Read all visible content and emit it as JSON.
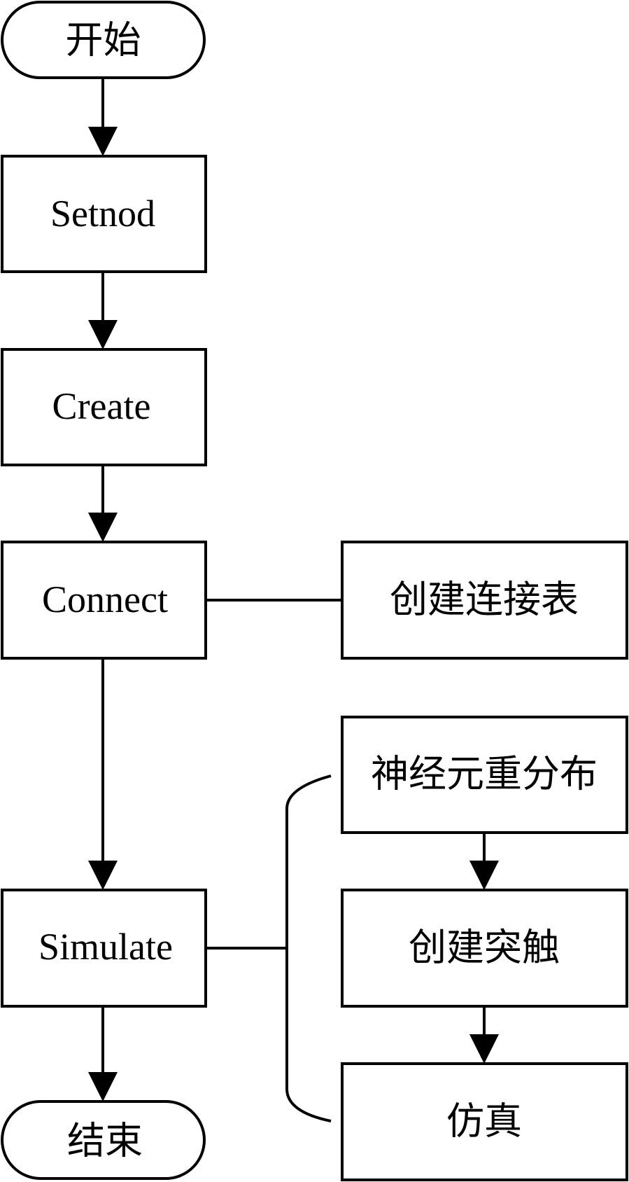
{
  "nodes": {
    "start": "开始",
    "setnod": "Setnod",
    "create": "Create",
    "connect": "Connect",
    "connection_table": "创建连接表",
    "neuron_redistribution": "神经元重分布",
    "create_synapse": "创建突触",
    "simulation": "仿真",
    "simulate": "Simulate",
    "end": "结束"
  }
}
